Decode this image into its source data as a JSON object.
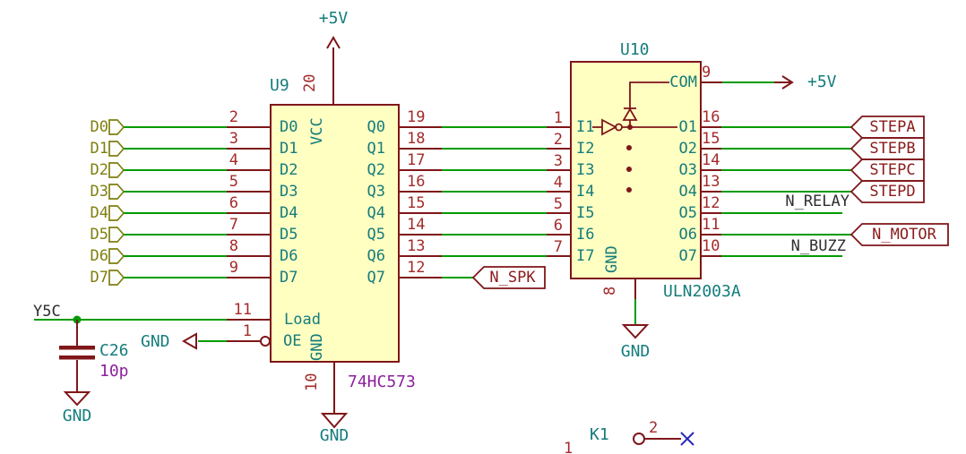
{
  "colors": {
    "wire_green": "#009b00",
    "component_maroon": "#7f1619",
    "pin_number_red": "#a42a2a",
    "pin_name_teal": "#157c7c",
    "input_label_olive": "#7f7f0e",
    "value_purple": "#8d1f9e",
    "net_label_black": "#2e2e2e",
    "chip_fill": "#ffffc2",
    "noconnect_blue": "#2626b8"
  },
  "u9": {
    "ref": "U9",
    "value": "74HC573",
    "left": [
      {
        "num": "2",
        "name": "D0"
      },
      {
        "num": "3",
        "name": "D1"
      },
      {
        "num": "4",
        "name": "D2"
      },
      {
        "num": "5",
        "name": "D3"
      },
      {
        "num": "6",
        "name": "D4"
      },
      {
        "num": "7",
        "name": "D5"
      },
      {
        "num": "8",
        "name": "D6"
      },
      {
        "num": "9",
        "name": "D7"
      }
    ],
    "right": [
      {
        "num": "19",
        "name": "Q0"
      },
      {
        "num": "18",
        "name": "Q1"
      },
      {
        "num": "17",
        "name": "Q2"
      },
      {
        "num": "16",
        "name": "Q3"
      },
      {
        "num": "15",
        "name": "Q4"
      },
      {
        "num": "14",
        "name": "Q5"
      },
      {
        "num": "13",
        "name": "Q6"
      },
      {
        "num": "12",
        "name": "Q7"
      }
    ],
    "load": {
      "num": "11",
      "name": "Load"
    },
    "oe": {
      "num": "1",
      "name": "OE"
    },
    "vcc": {
      "num": "20",
      "name": "VCC"
    },
    "gnd": {
      "num": "10",
      "name": "GND"
    }
  },
  "u10": {
    "ref": "U10",
    "value": "ULN2003A",
    "left": [
      {
        "num": "1",
        "name": "I1"
      },
      {
        "num": "2",
        "name": "I2"
      },
      {
        "num": "3",
        "name": "I3"
      },
      {
        "num": "4",
        "name": "I4"
      },
      {
        "num": "5",
        "name": "I5"
      },
      {
        "num": "6",
        "name": "I6"
      },
      {
        "num": "7",
        "name": "I7"
      }
    ],
    "right": [
      {
        "num": "16",
        "name": "O1"
      },
      {
        "num": "15",
        "name": "O2"
      },
      {
        "num": "14",
        "name": "O3"
      },
      {
        "num": "13",
        "name": "O4"
      },
      {
        "num": "12",
        "name": "O5"
      },
      {
        "num": "11",
        "name": "O6"
      },
      {
        "num": "10",
        "name": "O7"
      }
    ],
    "com": {
      "num": "9",
      "name": "COM"
    },
    "gnd": {
      "num": "8",
      "name": "GND"
    }
  },
  "input_labels": [
    "D0",
    "D1",
    "D2",
    "D3",
    "D4",
    "D5",
    "D6",
    "D7"
  ],
  "global_labels": {
    "stepa": "STEPA",
    "stepb": "STEPB",
    "stepc": "STEPC",
    "stepd": "STEPD",
    "n_motor": "N_MOTOR",
    "n_spk": "N_SPK"
  },
  "net_labels": {
    "y5c": "Y5C",
    "n_relay": "N_RELAY",
    "n_buzz": "N_BUZZ"
  },
  "power": {
    "plus5v_u9": "+5V",
    "plus5v_u10": "+5V",
    "gnd_u9": "GND",
    "gnd_u10": "GND",
    "gnd_c26": "GND",
    "gnd_oe_flag": "GND"
  },
  "c26": {
    "ref": "C26",
    "value": "10p"
  },
  "k1": {
    "ref": "K1",
    "pin2": "2",
    "pin1": "1"
  }
}
